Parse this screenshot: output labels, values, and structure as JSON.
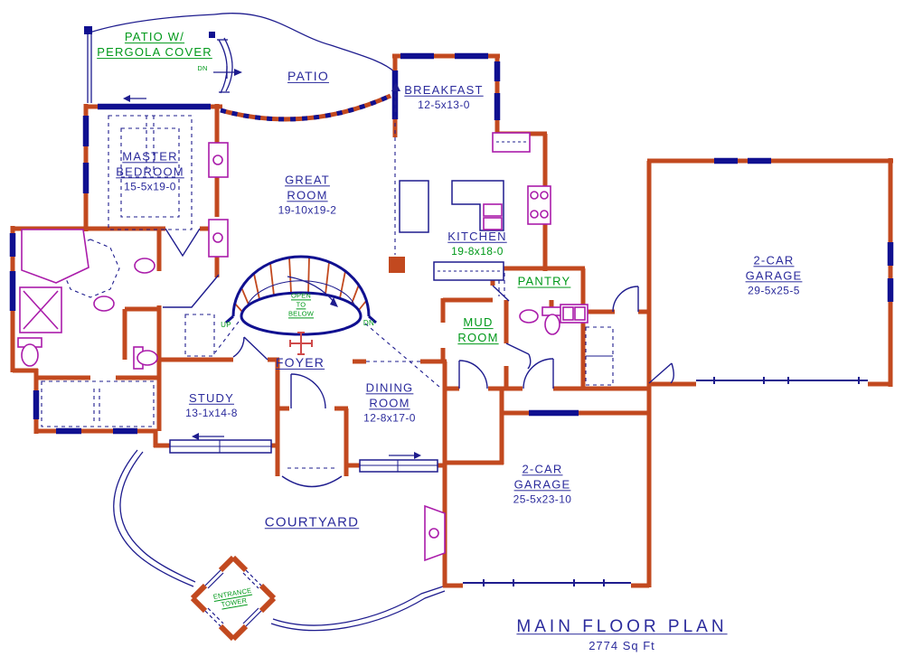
{
  "drawing_title": "Main floor plan architectural drawing",
  "labels": {
    "patio_pergola": {
      "l1": "PATIO W/",
      "l2": "PERGOLA COVER"
    },
    "patio": "PATIO",
    "patio_dn": "DN",
    "breakfast": {
      "name": "BREAKFAST",
      "dims": "12-5x13-0"
    },
    "master_bedroom": {
      "l1": "MASTER",
      "l2": "BEDROOM",
      "dims": "15-5x19-0"
    },
    "great_room": {
      "l1": "GREAT",
      "l2": "ROOM",
      "dims": "19-10x19-2"
    },
    "kitchen": {
      "name": "KITCHEN",
      "dims": "19-8x18-0"
    },
    "pantry": "PANTRY",
    "mud_room": {
      "l1": "MUD",
      "l2": "ROOM"
    },
    "stairs": {
      "open_l1": "OPEN",
      "open_l2": "TO",
      "open_l3": "BELOW",
      "up": "UP",
      "dn": "DN"
    },
    "foyer": "FOYER",
    "study": {
      "name": "STUDY",
      "dims": "13-1x14-8"
    },
    "dining_room": {
      "l1": "DINING",
      "l2": "ROOM",
      "dims": "12-8x17-0"
    },
    "garage_right": {
      "l1": "2-CAR",
      "l2": "GARAGE",
      "dims": "29-5x25-5"
    },
    "garage_bottom": {
      "l1": "2-CAR",
      "l2": "GARAGE",
      "dims": "25-5x23-10"
    },
    "courtyard": "COURTYARD",
    "entrance_tower": {
      "l1": "ENTRANCE",
      "l2": "TOWER"
    },
    "title": {
      "name": "MAIN FLOOR PLAN",
      "area": "2774 Sq Ft"
    }
  },
  "colors": {
    "wall_brick": "#c2491f",
    "window_navy": "#101090",
    "line_navy": "#1e1c8e",
    "text_navy": "#2b2b9c",
    "annotation_green": "#00991a",
    "fixture_magenta": "#aa1caa",
    "chandelier_red": "#cf4a4a",
    "background": "#ffffff"
  }
}
